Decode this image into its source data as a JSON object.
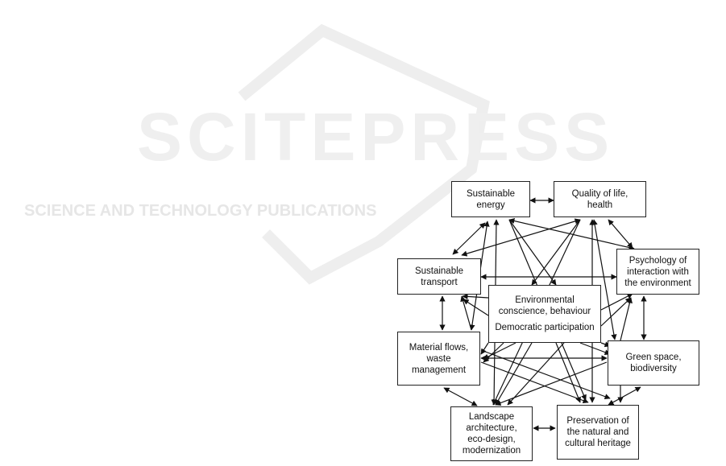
{
  "watermark": {
    "title": "SCITEPRESS",
    "subtitle": "SCIENCE AND TECHNOLOGY PUBLICATIONS"
  },
  "diagram": {
    "nodes": {
      "energy": [
        "Sustainable",
        "energy"
      ],
      "quality": [
        "Quality of life,",
        "health"
      ],
      "transport": [
        "Sustainable",
        "transport"
      ],
      "psychology": [
        "Psychology of",
        "interaction with",
        "the environment"
      ],
      "center": [
        "Environmental",
        "conscience, behaviour",
        "Democratic participation"
      ],
      "material": [
        "Material flows,",
        "waste",
        "management"
      ],
      "green": [
        "Green space,",
        "biodiversity"
      ],
      "landscape": [
        "Landscape",
        "architecture,",
        "eco-design,",
        "modernization"
      ],
      "preservation": [
        "Preservation of",
        "the natural and",
        "cultural heritage"
      ]
    }
  }
}
